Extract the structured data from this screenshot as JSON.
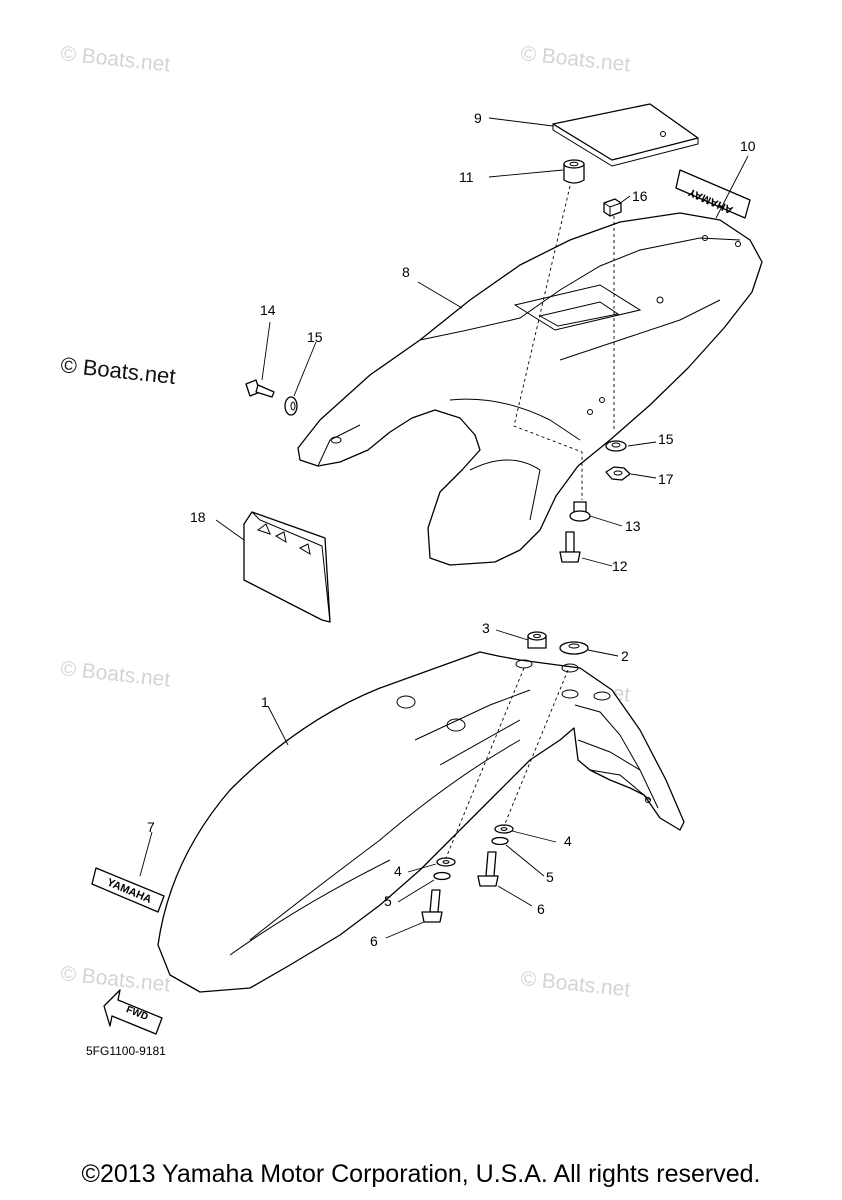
{
  "watermarks": {
    "light": "© Boats.net",
    "prominent": "© Boats.net"
  },
  "callouts": {
    "c1": "1",
    "c2": "2",
    "c3": "3",
    "c4a": "4",
    "c4b": "4",
    "c5a": "5",
    "c5b": "5",
    "c6a": "6",
    "c6b": "6",
    "c7": "7",
    "c8": "8",
    "c9": "9",
    "c10": "10",
    "c11": "11",
    "c12": "12",
    "c13": "13",
    "c14": "14",
    "c15a": "15",
    "c15b": "15",
    "c16": "16",
    "c17": "17",
    "c18": "18"
  },
  "decals": {
    "rear_text": "YAMAHA",
    "front_text": "YAMAHA",
    "fwd_arrow": "FWD"
  },
  "diagram_code": "5FG1100-9181",
  "copyright": "©2013 Yamaha Motor Corporation, U.S.A. All rights reserved."
}
